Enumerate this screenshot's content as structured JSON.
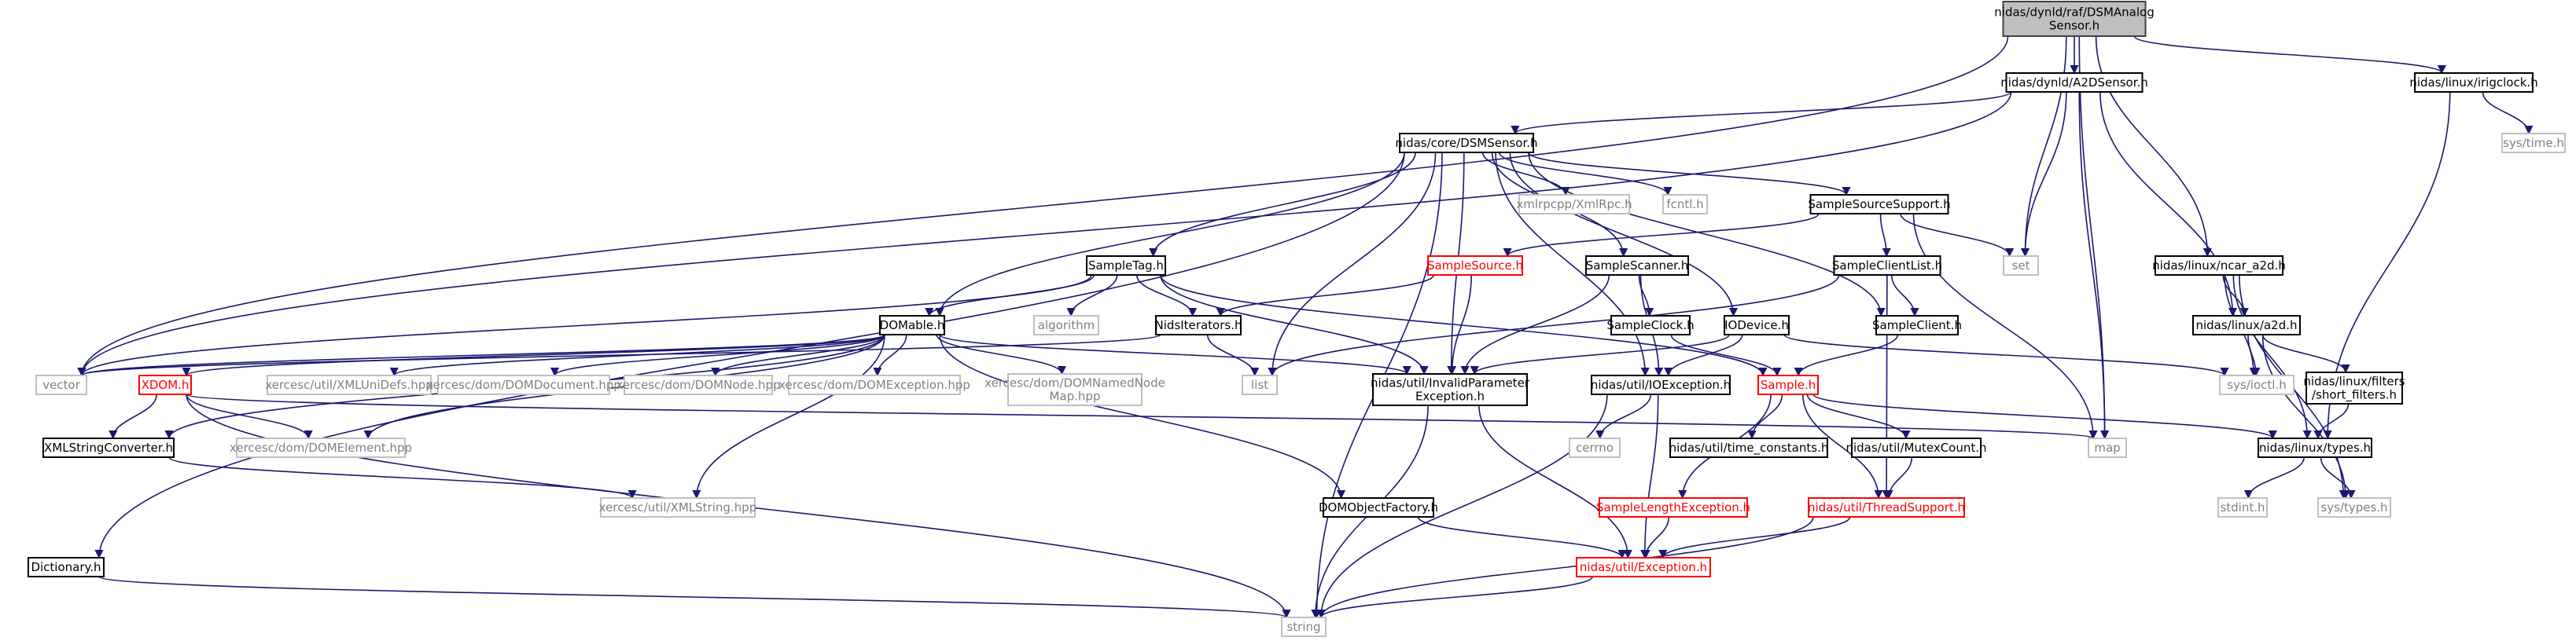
{
  "colors": {
    "edge": "#191970",
    "root_fill": "#bfbfbf",
    "root_border": "#404040",
    "documented_border": "#000000",
    "documented_text": "#000000",
    "truncated_border": "#ff0000",
    "truncated_text": "#ff0000",
    "external_border": "#bfbfbf",
    "external_text": "#808080"
  },
  "nodes": [
    {
      "id": "root",
      "kind": "root",
      "lines": [
        "nidas/dynld/raf/DSMAnalog",
        "Sensor.h"
      ]
    },
    {
      "id": "a2dsensor",
      "kind": "documented",
      "lines": [
        "nidas/dynld/A2DSensor.h"
      ]
    },
    {
      "id": "irigclock",
      "kind": "documented",
      "lines": [
        "nidas/linux/irigclock.h"
      ]
    },
    {
      "id": "systime",
      "kind": "external",
      "lines": [
        "sys/time.h"
      ]
    },
    {
      "id": "dsmsensor",
      "kind": "documented",
      "lines": [
        "nidas/core/DSMSensor.h"
      ]
    },
    {
      "id": "xmlrpc",
      "kind": "external",
      "lines": [
        "xmlrpcpp/XmlRpc.h"
      ]
    },
    {
      "id": "fcntl",
      "kind": "external",
      "lines": [
        "fcntl.h"
      ]
    },
    {
      "id": "sourcesupport",
      "kind": "documented",
      "lines": [
        "SampleSourceSupport.h"
      ]
    },
    {
      "id": "set",
      "kind": "external",
      "lines": [
        "set"
      ]
    },
    {
      "id": "ncara2d",
      "kind": "documented",
      "lines": [
        "nidas/linux/ncar_a2d.h"
      ]
    },
    {
      "id": "sampletag",
      "kind": "documented",
      "lines": [
        "SampleTag.h"
      ]
    },
    {
      "id": "samplesource",
      "kind": "truncated",
      "lines": [
        "SampleSource.h"
      ]
    },
    {
      "id": "samplescanner",
      "kind": "documented",
      "lines": [
        "SampleScanner.h"
      ]
    },
    {
      "id": "clientlist",
      "kind": "documented",
      "lines": [
        "SampleClientList.h"
      ]
    },
    {
      "id": "linuxa2d",
      "kind": "documented",
      "lines": [
        "nidas/linux/a2d.h"
      ]
    },
    {
      "id": "algorithm",
      "kind": "external",
      "lines": [
        "algorithm"
      ]
    },
    {
      "id": "niditerators",
      "kind": "documented",
      "lines": [
        "NidsIterators.h"
      ]
    },
    {
      "id": "domable",
      "kind": "documented",
      "lines": [
        "DOMable.h"
      ]
    },
    {
      "id": "sampleclock",
      "kind": "documented",
      "lines": [
        "SampleClock.h"
      ]
    },
    {
      "id": "iodevice",
      "kind": "documented",
      "lines": [
        "IODevice.h"
      ]
    },
    {
      "id": "sampleclient",
      "kind": "documented",
      "lines": [
        "SampleClient.h"
      ]
    },
    {
      "id": "vector",
      "kind": "external",
      "lines": [
        "vector"
      ]
    },
    {
      "id": "xmlunidefs",
      "kind": "external",
      "lines": [
        "xercesc/util/XMLUniDefs.hpp"
      ]
    },
    {
      "id": "domdocument",
      "kind": "external",
      "lines": [
        "xercesc/dom/DOMDocument.hpp"
      ]
    },
    {
      "id": "domnode",
      "kind": "external",
      "lines": [
        "xercesc/dom/DOMNode.hpp"
      ]
    },
    {
      "id": "domexception",
      "kind": "external",
      "lines": [
        "xercesc/dom/DOMException.hpp"
      ]
    },
    {
      "id": "domnamednodemap",
      "kind": "external",
      "lines": [
        "xercesc/dom/DOMNamedNode",
        "Map.hpp"
      ]
    },
    {
      "id": "list",
      "kind": "external",
      "lines": [
        "list"
      ]
    },
    {
      "id": "invalidparam",
      "kind": "documented",
      "lines": [
        "nidas/util/InvalidParameter",
        "Exception.h"
      ]
    },
    {
      "id": "ioexception",
      "kind": "documented",
      "lines": [
        "nidas/util/IOException.h"
      ]
    },
    {
      "id": "sample",
      "kind": "truncated",
      "lines": [
        "Sample.h"
      ]
    },
    {
      "id": "sysioctl",
      "kind": "external",
      "lines": [
        "sys/ioctl.h"
      ]
    },
    {
      "id": "shortfilters",
      "kind": "documented",
      "lines": [
        "nidas/linux/filters",
        "/short_filters.h"
      ]
    },
    {
      "id": "xdom",
      "kind": "truncated",
      "lines": [
        "XDOM.h"
      ]
    },
    {
      "id": "domelement",
      "kind": "external",
      "lines": [
        "xercesc/dom/DOMElement.hpp"
      ]
    },
    {
      "id": "cerrno",
      "kind": "external",
      "lines": [
        "cerrno"
      ]
    },
    {
      "id": "timeconstants",
      "kind": "documented",
      "lines": [
        "nidas/util/time_constants.h"
      ]
    },
    {
      "id": "mutexcount",
      "kind": "documented",
      "lines": [
        "nidas/util/MutexCount.h"
      ]
    },
    {
      "id": "map",
      "kind": "external",
      "lines": [
        "map"
      ]
    },
    {
      "id": "linuxtypes",
      "kind": "documented",
      "lines": [
        "nidas/linux/types.h"
      ]
    },
    {
      "id": "xmlstringconv",
      "kind": "documented",
      "lines": [
        "XMLStringConverter.h"
      ]
    },
    {
      "id": "xmlstring",
      "kind": "external",
      "lines": [
        "xercesc/util/XMLString.hpp"
      ]
    },
    {
      "id": "domobjectfactory",
      "kind": "documented",
      "lines": [
        "DOMObjectFactory.h"
      ]
    },
    {
      "id": "lengthexception",
      "kind": "truncated",
      "lines": [
        "SampleLengthException.h"
      ]
    },
    {
      "id": "threadsupport",
      "kind": "truncated",
      "lines": [
        "nidas/util/ThreadSupport.h"
      ]
    },
    {
      "id": "stdint",
      "kind": "external",
      "lines": [
        "stdint.h"
      ]
    },
    {
      "id": "systypes",
      "kind": "external",
      "lines": [
        "sys/types.h"
      ]
    },
    {
      "id": "dictionary",
      "kind": "documented",
      "lines": [
        "Dictionary.h"
      ]
    },
    {
      "id": "exception",
      "kind": "truncated",
      "lines": [
        "nidas/util/Exception.h"
      ]
    },
    {
      "id": "string",
      "kind": "external",
      "lines": [
        "string"
      ]
    }
  ],
  "edges": [
    [
      "root",
      "a2dsensor"
    ],
    [
      "root",
      "irigclock"
    ],
    [
      "root",
      "set"
    ],
    [
      "root",
      "map"
    ],
    [
      "root",
      "vector"
    ],
    [
      "root",
      "ncara2d"
    ],
    [
      "irigclock",
      "systime"
    ],
    [
      "irigclock",
      "linuxtypes"
    ],
    [
      "a2dsensor",
      "dsmsensor"
    ],
    [
      "a2dsensor",
      "vector"
    ],
    [
      "a2dsensor",
      "set"
    ],
    [
      "a2dsensor",
      "map"
    ],
    [
      "a2dsensor",
      "linuxa2d"
    ],
    [
      "dsmsensor",
      "xmlrpc"
    ],
    [
      "dsmsensor",
      "fcntl"
    ],
    [
      "dsmsensor",
      "sourcesupport"
    ],
    [
      "dsmsensor",
      "sampletag"
    ],
    [
      "dsmsensor",
      "samplescanner"
    ],
    [
      "dsmsensor",
      "iodevice"
    ],
    [
      "dsmsensor",
      "domable"
    ],
    [
      "dsmsensor",
      "list"
    ],
    [
      "dsmsensor",
      "invalidparam"
    ],
    [
      "dsmsensor",
      "ioexception"
    ],
    [
      "dsmsensor",
      "dictionary"
    ],
    [
      "dsmsensor",
      "string"
    ],
    [
      "dsmsensor",
      "sampleclient"
    ],
    [
      "sourcesupport",
      "samplesource"
    ],
    [
      "sourcesupport",
      "clientlist"
    ],
    [
      "sourcesupport",
      "set"
    ],
    [
      "sourcesupport",
      "map"
    ],
    [
      "ncara2d",
      "linuxa2d"
    ],
    [
      "ncara2d",
      "sysioctl"
    ],
    [
      "ncara2d",
      "linuxtypes"
    ],
    [
      "ncara2d",
      "systypes"
    ],
    [
      "linuxa2d",
      "sysioctl"
    ],
    [
      "linuxa2d",
      "shortfilters"
    ],
    [
      "linuxa2d",
      "systypes"
    ],
    [
      "shortfilters",
      "linuxtypes"
    ],
    [
      "sampletag",
      "domable"
    ],
    [
      "sampletag",
      "algorithm"
    ],
    [
      "sampletag",
      "niditerators"
    ],
    [
      "sampletag",
      "vector"
    ],
    [
      "sampletag",
      "invalidparam"
    ],
    [
      "sampletag",
      "sample"
    ],
    [
      "samplesource",
      "niditerators"
    ],
    [
      "samplesource",
      "invalidparam"
    ],
    [
      "samplescanner",
      "sampleclock"
    ],
    [
      "samplescanner",
      "ioexception"
    ],
    [
      "samplescanner",
      "invalidparam"
    ],
    [
      "clientlist",
      "sampleclient"
    ],
    [
      "clientlist",
      "list"
    ],
    [
      "clientlist",
      "threadsupport"
    ],
    [
      "niditerators",
      "list"
    ],
    [
      "niditerators",
      "vector"
    ],
    [
      "domable",
      "vector"
    ],
    [
      "domable",
      "xmlunidefs"
    ],
    [
      "domable",
      "domdocument"
    ],
    [
      "domable",
      "domnode"
    ],
    [
      "domable",
      "domexception"
    ],
    [
      "domable",
      "domnamednodemap"
    ],
    [
      "domable",
      "xdom"
    ],
    [
      "domable",
      "domelement"
    ],
    [
      "domable",
      "xmlstring"
    ],
    [
      "domable",
      "domobjectfactory"
    ],
    [
      "domable",
      "invalidparam"
    ],
    [
      "domable",
      "xmlstringconv"
    ],
    [
      "sampleclock",
      "sample"
    ],
    [
      "iodevice",
      "ioexception"
    ],
    [
      "iodevice",
      "invalidparam"
    ],
    [
      "iodevice",
      "sysioctl"
    ],
    [
      "sampleclient",
      "sample"
    ],
    [
      "invalidparam",
      "exception"
    ],
    [
      "invalidparam",
      "string"
    ],
    [
      "ioexception",
      "cerrno"
    ],
    [
      "ioexception",
      "exception"
    ],
    [
      "ioexception",
      "string"
    ],
    [
      "sample",
      "timeconstants"
    ],
    [
      "sample",
      "mutexcount"
    ],
    [
      "sample",
      "lengthexception"
    ],
    [
      "sample",
      "threadsupport"
    ],
    [
      "sample",
      "linuxtypes"
    ],
    [
      "mutexcount",
      "threadsupport"
    ],
    [
      "linuxtypes",
      "stdint"
    ],
    [
      "linuxtypes",
      "systypes"
    ],
    [
      "xdom",
      "domelement"
    ],
    [
      "xdom",
      "xmlstringconv"
    ],
    [
      "xdom",
      "map"
    ],
    [
      "xdom",
      "string"
    ],
    [
      "xmlstringconv",
      "xmlstring"
    ],
    [
      "domobjectfactory",
      "exception"
    ],
    [
      "lengthexception",
      "exception"
    ],
    [
      "threadsupport",
      "exception"
    ],
    [
      "threadsupport",
      "string"
    ],
    [
      "dictionary",
      "string"
    ],
    [
      "exception",
      "string"
    ]
  ]
}
